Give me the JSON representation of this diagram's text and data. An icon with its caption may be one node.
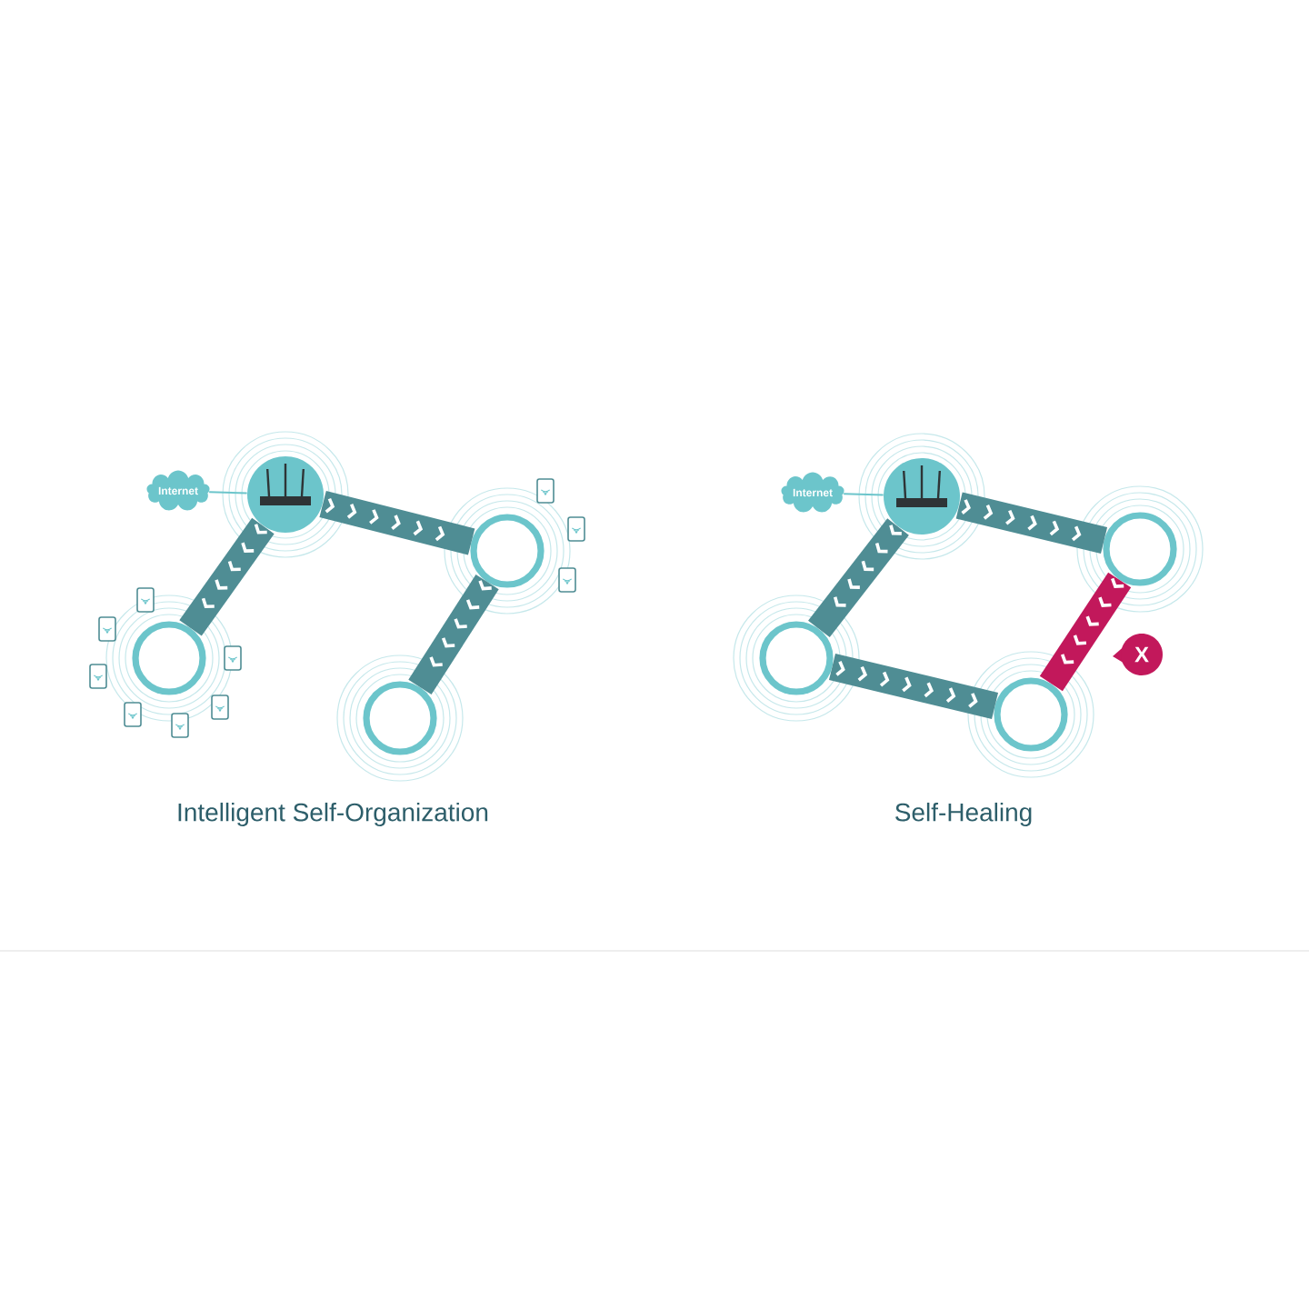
{
  "diagram": {
    "nodes": [
      {
        "text": [
          "Internet"
        ]
      },
      {
        "text": [],
        "shape": "picture"
      },
      {
        "text": [],
        "shape": "circle"
      },
      {
        "text": [],
        "shape": "circle"
      },
      {
        "text": [],
        "shape": "circle"
      },
      {
        "text": [
          "Internet"
        ]
      },
      {
        "text": [],
        "shape": "picture"
      },
      {
        "text": [],
        "shape": "circle"
      },
      {
        "text": [],
        "shape": "circle"
      },
      {
        "text": [],
        "shape": "circle"
      },
      {
        "text": [
          "X"
        ]
      }
    ],
    "edges": [
      {
        "from": 0,
        "to": 1,
        "arrow": "none",
        "color": "#6cc5cb"
      },
      {
        "from": 1,
        "to": 2,
        "arrow": "to"
      },
      {
        "from": 1,
        "to": 3,
        "arrow": "to"
      },
      {
        "from": 3,
        "to": 4,
        "arrow": "to"
      },
      {
        "from": 5,
        "to": 6,
        "arrow": "none",
        "color": "#6cc5cb"
      },
      {
        "from": 6,
        "to": 7,
        "arrow": "to"
      },
      {
        "from": 6,
        "to": 8,
        "arrow": "to"
      },
      {
        "from": 7,
        "to": 9,
        "arrow": "to"
      },
      {
        "from": 8,
        "to": 9,
        "arrow": "to",
        "color": "#c2185b"
      }
    ],
    "labels": [
      "Intelligent Self-Organization",
      "Self-Healing"
    ]
  }
}
